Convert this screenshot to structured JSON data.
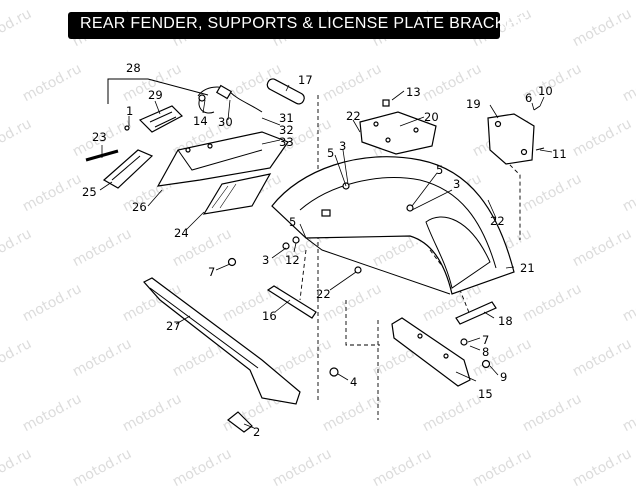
{
  "title": "REAR FENDER, SUPPORTS & LICENSE PLATE BRACKET",
  "watermark": "motod.ru",
  "callouts": {
    "c1": "1",
    "c2": "2",
    "c3a": "3",
    "c3b": "3",
    "c3c": "3",
    "c4": "4",
    "c5a": "5",
    "c5b": "5",
    "c5c": "5",
    "c6": "6",
    "c7a": "7",
    "c7b": "7",
    "c8": "8",
    "c9": "9",
    "c10": "10",
    "c11": "11",
    "c12": "12",
    "c13": "13",
    "c14": "14",
    "c15": "15",
    "c16": "16",
    "c17": "17",
    "c18": "18",
    "c19": "19",
    "c20": "20",
    "c21": "21",
    "c22a": "22",
    "c22b": "22",
    "c22c": "22",
    "c23": "23",
    "c24": "24",
    "c25": "25",
    "c26": "26",
    "c27": "27",
    "c28": "28",
    "c29": "29",
    "c30": "30",
    "c31": "31",
    "c32": "32",
    "c33": "33"
  }
}
